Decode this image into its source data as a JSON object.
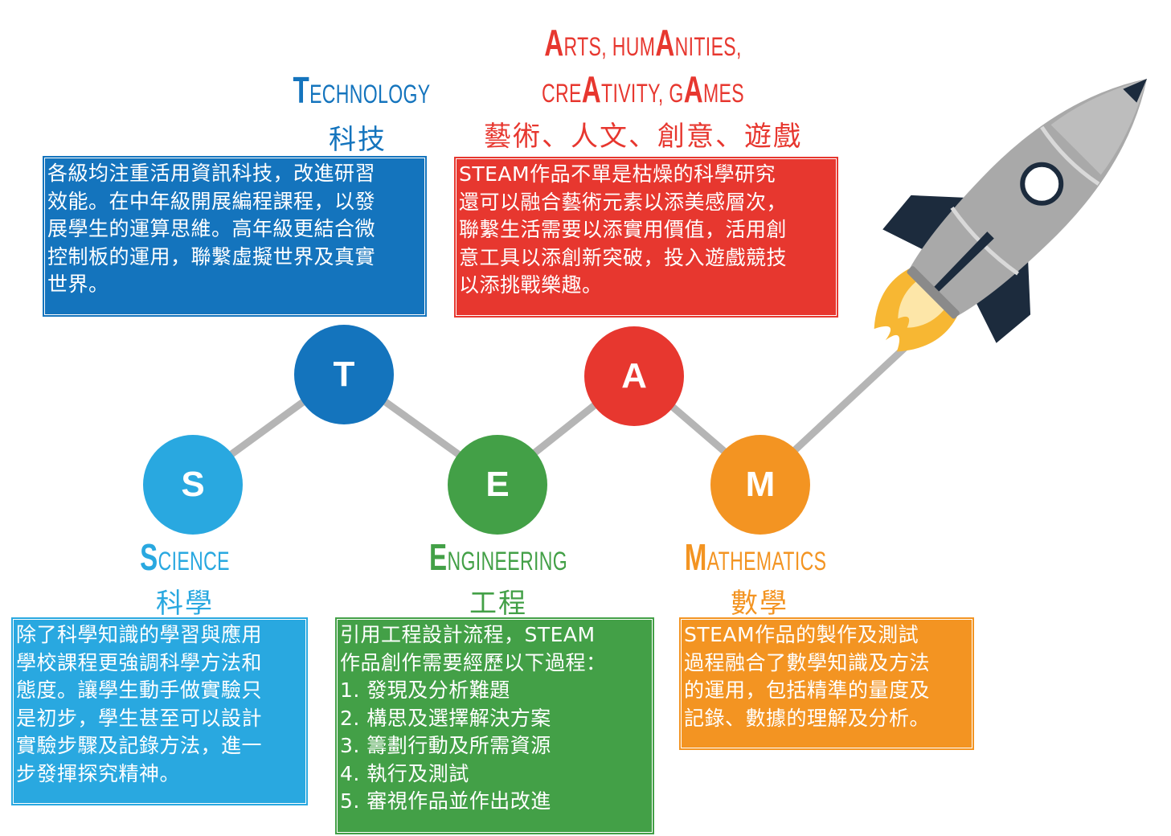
{
  "colors": {
    "science": "#29a8e0",
    "technology": "#1474bd",
    "engineering": "#43a047",
    "arts": "#e7372f",
    "mathematics": "#f39422",
    "connector": "#b5b5b5"
  },
  "science": {
    "letter": "S",
    "heading_first": "S",
    "heading_rest": "CIENCE",
    "heading_zh": "科學",
    "text": "除了科學知識的學習與應用\n學校課程更強調科學方法和\n態度。讓學生動手做實驗只\n是初步，學生甚至可以設計\n實驗步驟及記錄方法，進一\n步發揮探究精神。"
  },
  "technology": {
    "letter": "T",
    "heading_first": "T",
    "heading_rest": "ECHNOLOGY",
    "heading_zh": "科技",
    "text": "各級均注重活用資訊科技，改進研習\n效能。在中年級開展編程課程，以發\n展學生的運算思維。高年級更結合微\n控制板的運用，聯繫虛擬世界及真實\n世界。"
  },
  "engineering": {
    "letter": "E",
    "heading_first": "E",
    "heading_rest": "NGINEERING",
    "heading_zh": "工程",
    "text": "引用工程設計流程，STEAM\n作品創作需要經歷以下過程：\n1. 發現及分析難題\n2. 構思及選擇解決方案\n3. 籌劃行動及所需資源\n4. 執行及測試\n5. 審視作品並作出改進"
  },
  "arts": {
    "letter": "A",
    "heading_line1_first": "A",
    "heading_line1_rest": "RTS, HUM",
    "heading_line1_a": "A",
    "heading_line1_end": "NITIES,",
    "heading_line2_start": "CRE",
    "heading_line2_a": "A",
    "heading_line2_mid": "TIVITY, G",
    "heading_line2_a2": "A",
    "heading_line2_end": "MES",
    "heading_zh": "藝術、人文、創意、遊戲",
    "text": "STEAM作品不單是枯燥的科學研究\n還可以融合藝術元素以添美感層次，\n聯繫生活需要以添實用價值，活用創\n意工具以添創新突破，投入遊戲競技\n以添挑戰樂趣。"
  },
  "mathematics": {
    "letter": "M",
    "heading_first": "M",
    "heading_rest": "ATHEMATICS",
    "heading_zh": "數學",
    "text": "STEAM作品的製作及測試\n過程融合了數學知識及方法\n的運用，包括精準的量度及\n記錄、數據的理解及分析。"
  },
  "rocket": {
    "icon": "rocket-icon"
  }
}
